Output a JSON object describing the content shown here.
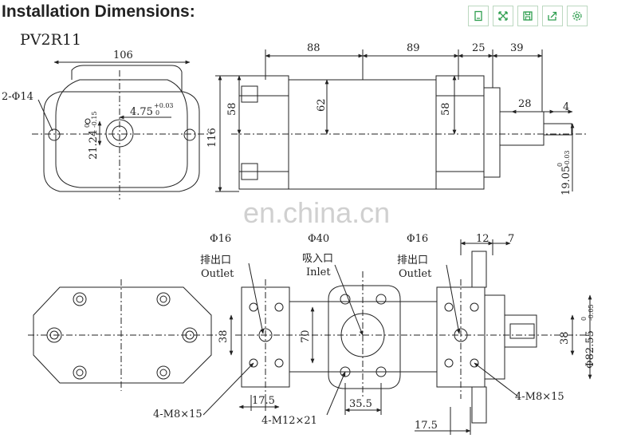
{
  "page": {
    "title": "Installation Dimensions:",
    "model": "PV2R11",
    "watermark": "en.china.cn"
  },
  "toolbar": {
    "icons": [
      "document-icon",
      "expand-icon",
      "save-icon",
      "share-icon",
      "settings-icon"
    ],
    "accent_color": "#2e9e4f"
  },
  "top_view": {
    "dims": {
      "d106": "106",
      "d2phi14": "2-Φ14",
      "d116": "116",
      "d21_24": "21.24",
      "d21_24_tol_upper": "0",
      "d21_24_tol_lower": "-0.15",
      "d4_75": "4.75",
      "d4_75_tol_upper": "+0.03",
      "d4_75_tol_lower": "0",
      "d88": "88",
      "d89": "89",
      "d25": "25",
      "d39": "39",
      "d28": "28",
      "d4": "4",
      "d58_left": "58",
      "d62": "62",
      "d58_right": "58",
      "d19_05": "19.05",
      "d19_05_tol_upper": "0",
      "d19_05_tol_lower": "-0.03"
    }
  },
  "bottom_view": {
    "ports": {
      "left_dia": "Φ16",
      "left_cn": "排出口",
      "left_en": "Outlet",
      "mid_dia": "Φ40",
      "mid_cn": "吸入口",
      "mid_en": "Inlet",
      "right_dia": "Φ16",
      "right_cn": "排出口",
      "right_en": "Outlet"
    },
    "dims": {
      "d12": "12",
      "d7": "7",
      "d38_left": "38",
      "d70": "70",
      "d38_right": "38",
      "d82_55": "Φ82.55",
      "d82_55_tol_upper": "0",
      "d82_55_tol_lower": "-0.05",
      "d17_5_left": "17.5",
      "d35_5": "35.5",
      "d17_5_right": "17.5",
      "m8_left": "4-M8×15",
      "m12": "4-M12×21",
      "m8_right": "4-M8×15"
    }
  }
}
